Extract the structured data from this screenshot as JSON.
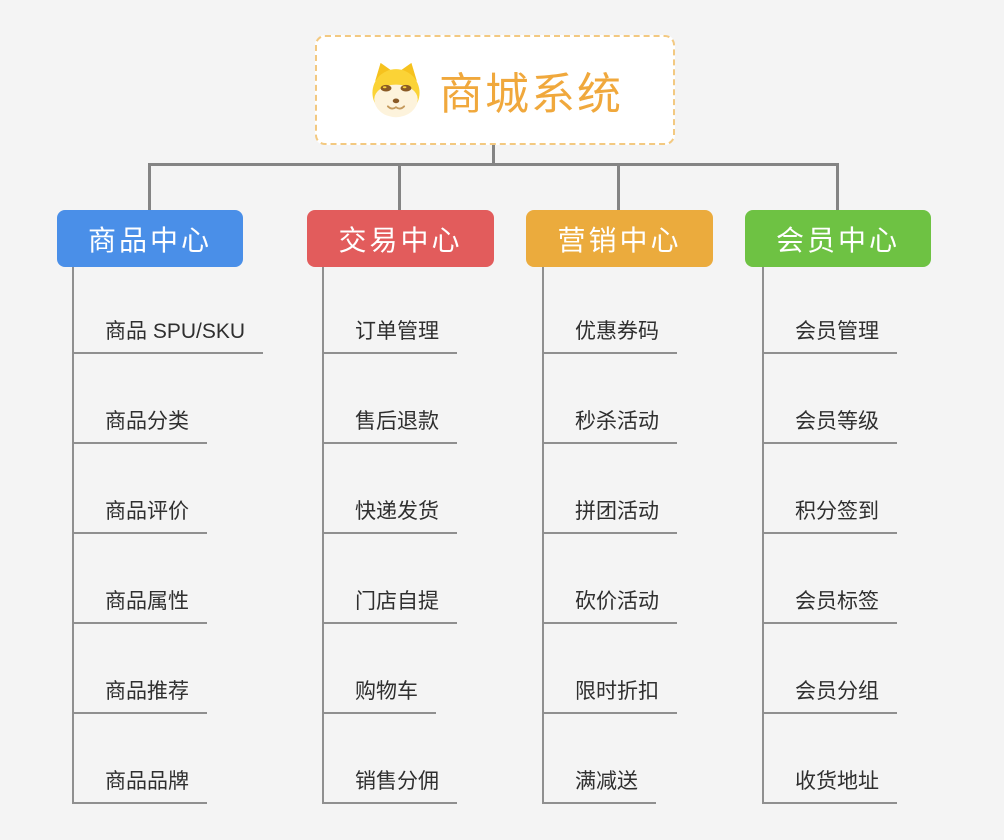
{
  "root": {
    "title": "商城系统",
    "icon": "doge-icon"
  },
  "colors": {
    "background": "#f4f4f4",
    "root_border": "#f3c981",
    "root_text": "#f0a83c",
    "connector": "#848484",
    "leaf_line": "#8f8f8f",
    "branch_product": "#4a8fe8",
    "branch_trade": "#e25c5c",
    "branch_marketing": "#ebab3d",
    "branch_member": "#6ec243"
  },
  "branches": [
    {
      "label": "商品中心",
      "color": "#4a8fe8",
      "items": [
        "商品 SPU/SKU",
        "商品分类",
        "商品评价",
        "商品属性",
        "商品推荐",
        "商品品牌"
      ]
    },
    {
      "label": "交易中心",
      "color": "#e25c5c",
      "items": [
        "订单管理",
        "售后退款",
        "快递发货",
        "门店自提",
        "购物车",
        "销售分佣"
      ]
    },
    {
      "label": "营销中心",
      "color": "#ebab3d",
      "items": [
        "优惠券码",
        "秒杀活动",
        "拼团活动",
        "砍价活动",
        "限时折扣",
        "满减送"
      ]
    },
    {
      "label": "会员中心",
      "color": "#6ec243",
      "items": [
        "会员管理",
        "会员等级",
        "积分签到",
        "会员标签",
        "会员分组",
        "收货地址"
      ]
    }
  ]
}
